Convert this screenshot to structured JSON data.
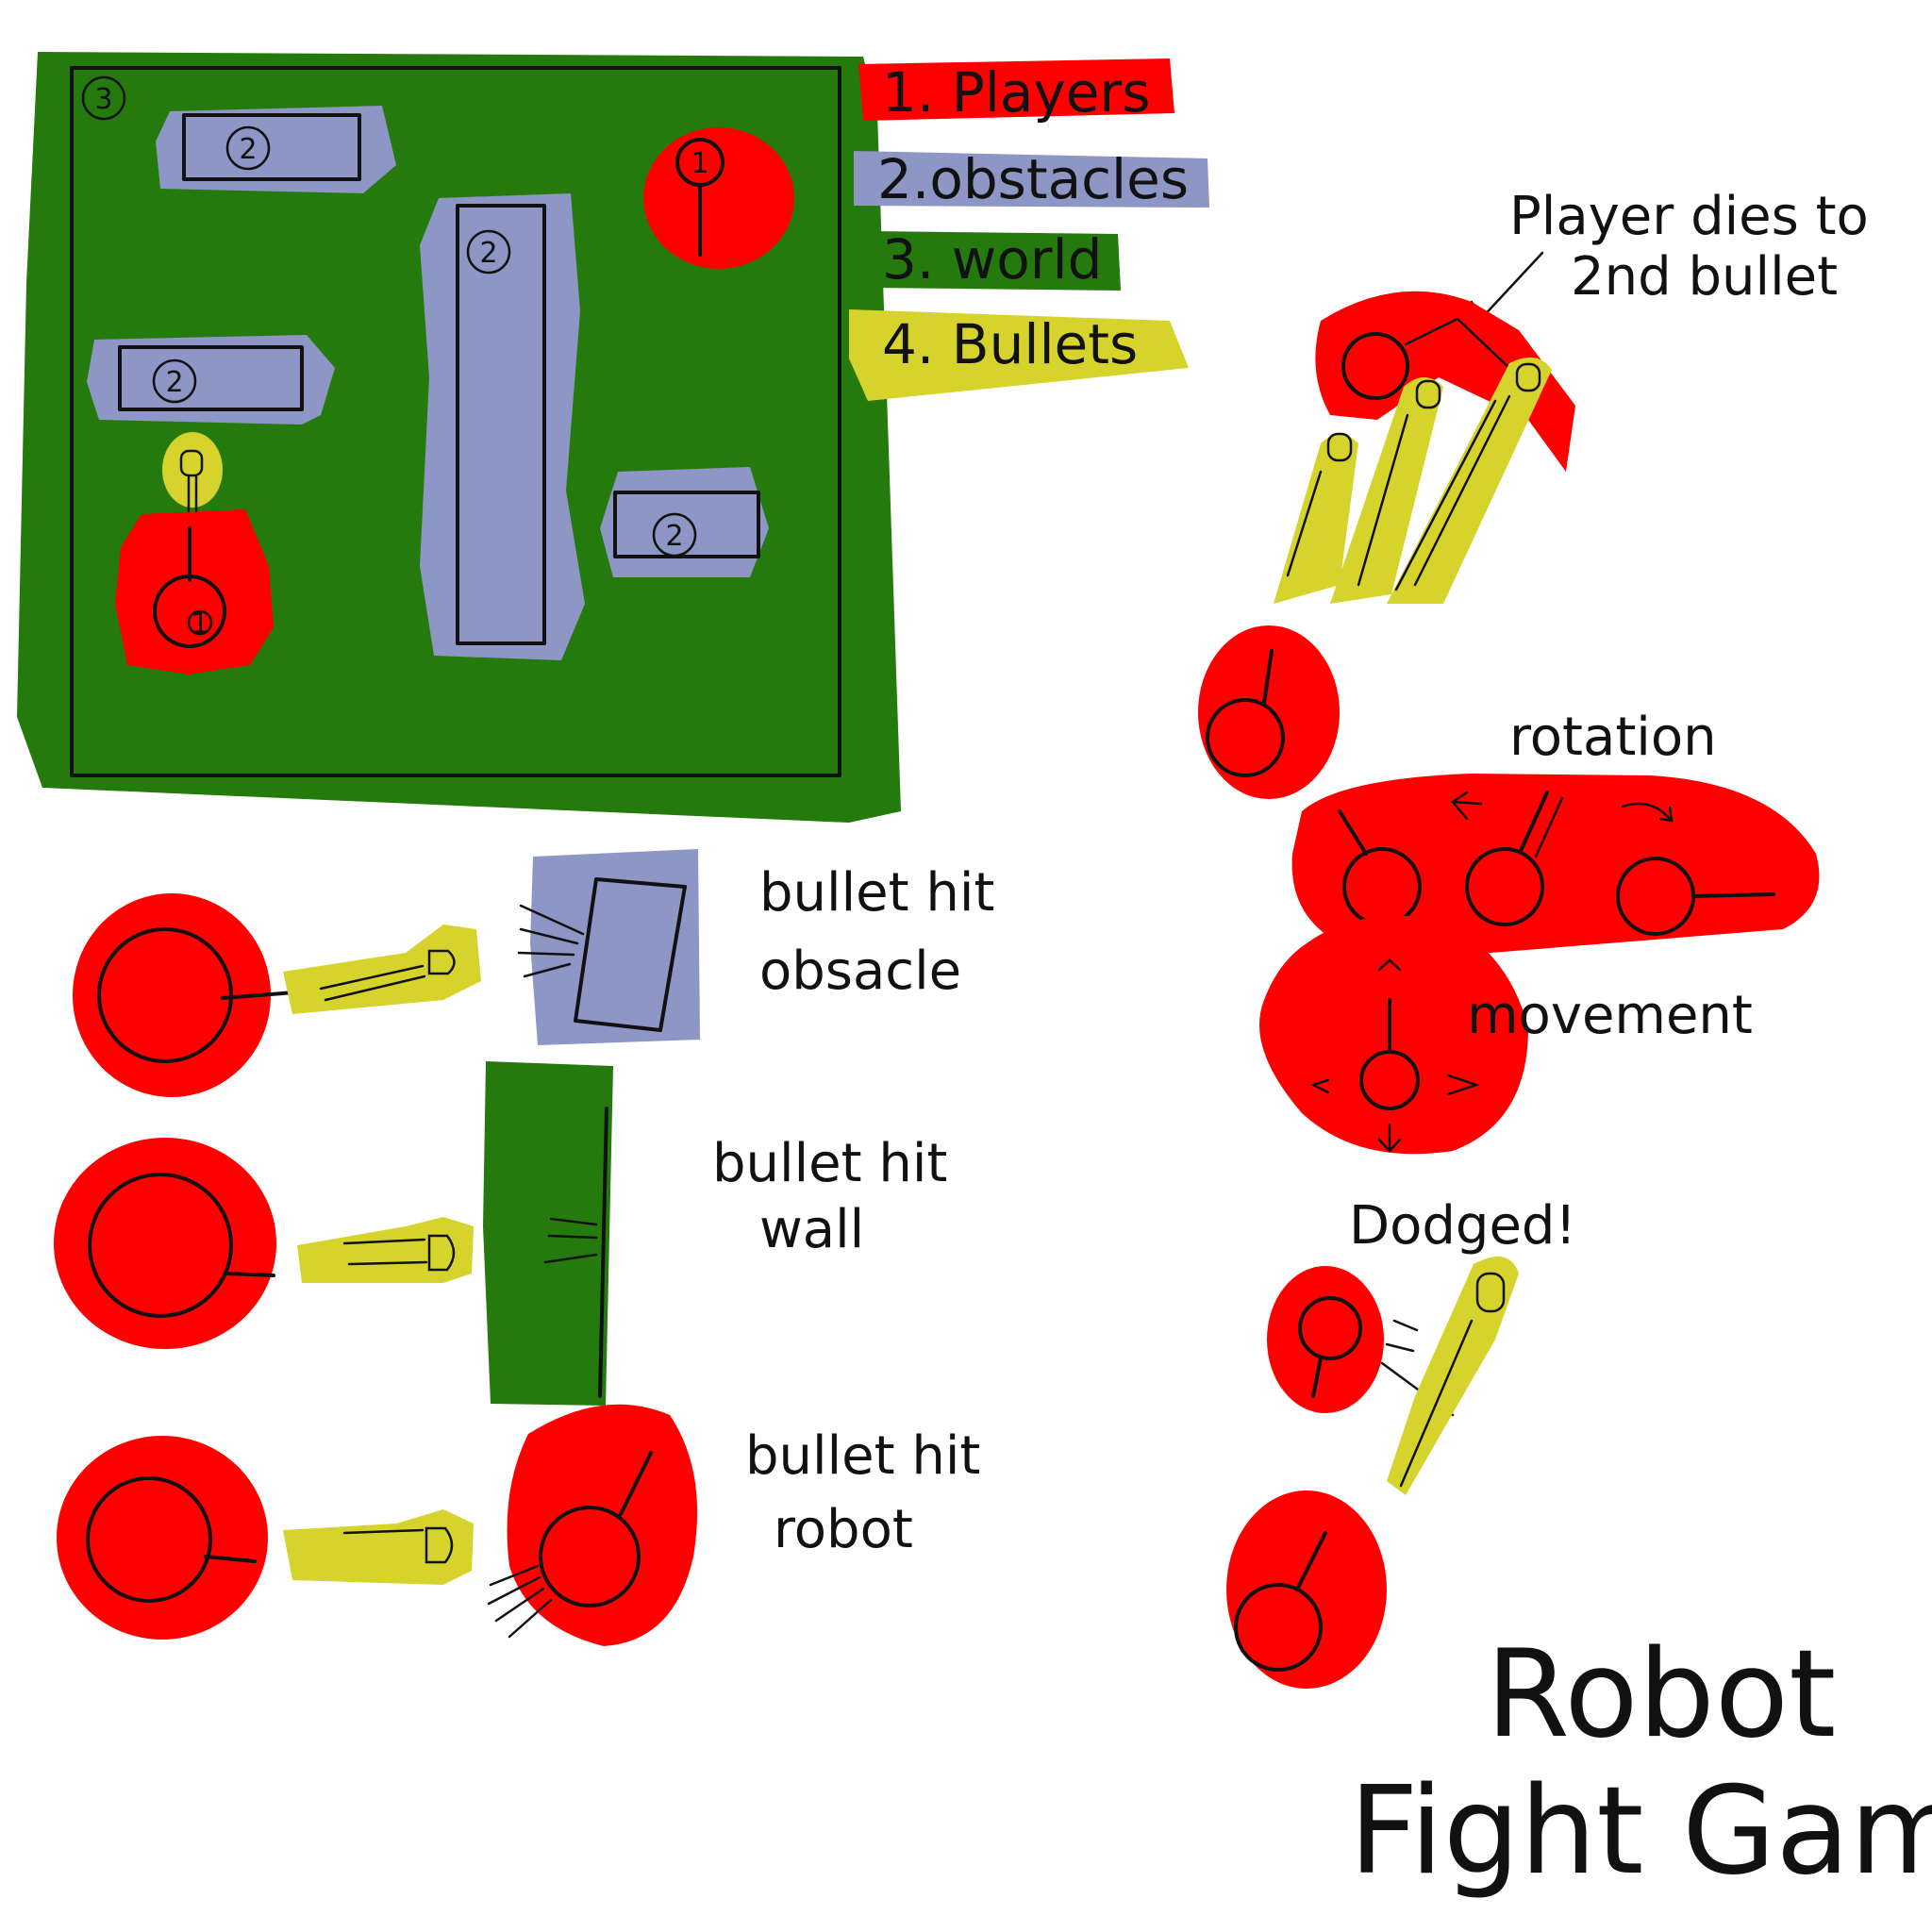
{
  "colors": {
    "player": "#ff0000",
    "obstacle": "#8e96c6",
    "world": "#257a0d",
    "bullet": "#d6d42c",
    "ink": "#111111"
  },
  "legend": [
    {
      "label": "1. Players",
      "color": "#ff0000"
    },
    {
      "label": "2.obstacles",
      "color": "#8e96c6"
    },
    {
      "label": "3. world",
      "color": "#257a0d"
    },
    {
      "label": "4. Bullets",
      "color": "#d6d42c"
    }
  ],
  "map": {
    "world_marker": "3",
    "obstacle_marker": "2",
    "player_marker": "1"
  },
  "labels": {
    "hit_obstacle_1": "bullet hit",
    "hit_obstacle_2": "obsacle",
    "hit_wall_1": "bullet hit",
    "hit_wall_2": "wall",
    "hit_robot_1": "bullet hit",
    "hit_robot_2": "robot",
    "dies_1": "Player dies to",
    "dies_2": "2nd bullet",
    "rotation": "rotation",
    "movement": "movement",
    "dodged": "Dodged!"
  },
  "title": {
    "line1": "Robot",
    "line2": "Fight Game!"
  }
}
